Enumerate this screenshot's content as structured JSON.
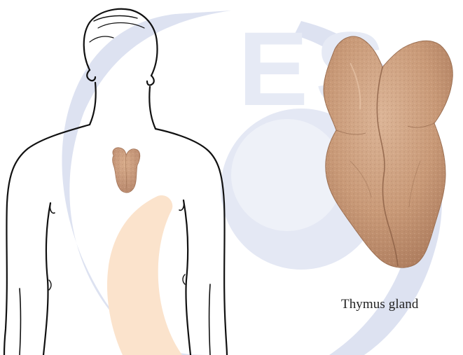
{
  "caption": "Thymus gland",
  "colors": {
    "watermark_blue": "#dde2f1",
    "watermark_orange": "#fbe3cc",
    "outline": "#111111",
    "gland_fill": "#c99a78",
    "gland_edge": "#9b6f52",
    "gland_highlight": "#dcb597"
  },
  "icons": {
    "body": "human-torso-outline-back-view",
    "organ_small": "thymus-in-chest",
    "organ_large": "thymus-gland-enlarged"
  }
}
